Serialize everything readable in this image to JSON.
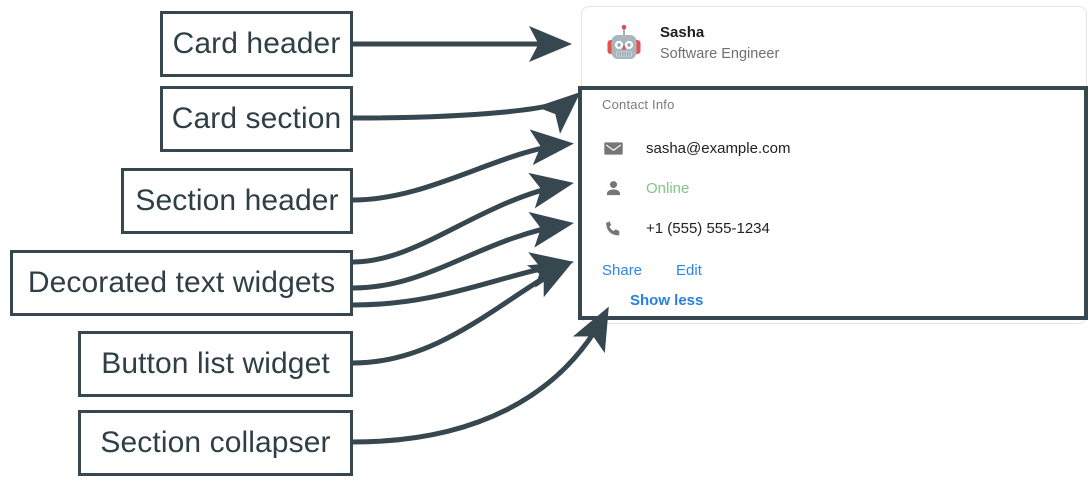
{
  "annotations": [
    {
      "id": "card-header",
      "label": "Card header"
    },
    {
      "id": "card-section",
      "label": "Card section"
    },
    {
      "id": "section-header",
      "label": "Section header"
    },
    {
      "id": "decorated-text",
      "label": "Decorated text widgets"
    },
    {
      "id": "button-list",
      "label": "Button list widget"
    },
    {
      "id": "section-collapser",
      "label": "Section collapser"
    }
  ],
  "card": {
    "header": {
      "avatar_icon": "robot-avatar-icon",
      "name": "Sasha",
      "subtitle": "Software Engineer"
    },
    "section": {
      "header": "Contact Info",
      "widgets": [
        {
          "icon": "email-icon",
          "text": "sasha@example.com",
          "state": "default"
        },
        {
          "icon": "person-icon",
          "text": "Online",
          "state": "online"
        },
        {
          "icon": "phone-icon",
          "text": "+1 (555) 555-1234",
          "state": "default"
        }
      ],
      "buttons": [
        {
          "label": "Share"
        },
        {
          "label": "Edit"
        }
      ],
      "collapser": {
        "label": "Show less"
      }
    }
  },
  "colors": {
    "annotation_stroke": "#37474f",
    "link_blue": "#2a86e8",
    "status_green": "#81c784",
    "icon_gray": "#767676",
    "muted_text": "#7a7a7a"
  }
}
